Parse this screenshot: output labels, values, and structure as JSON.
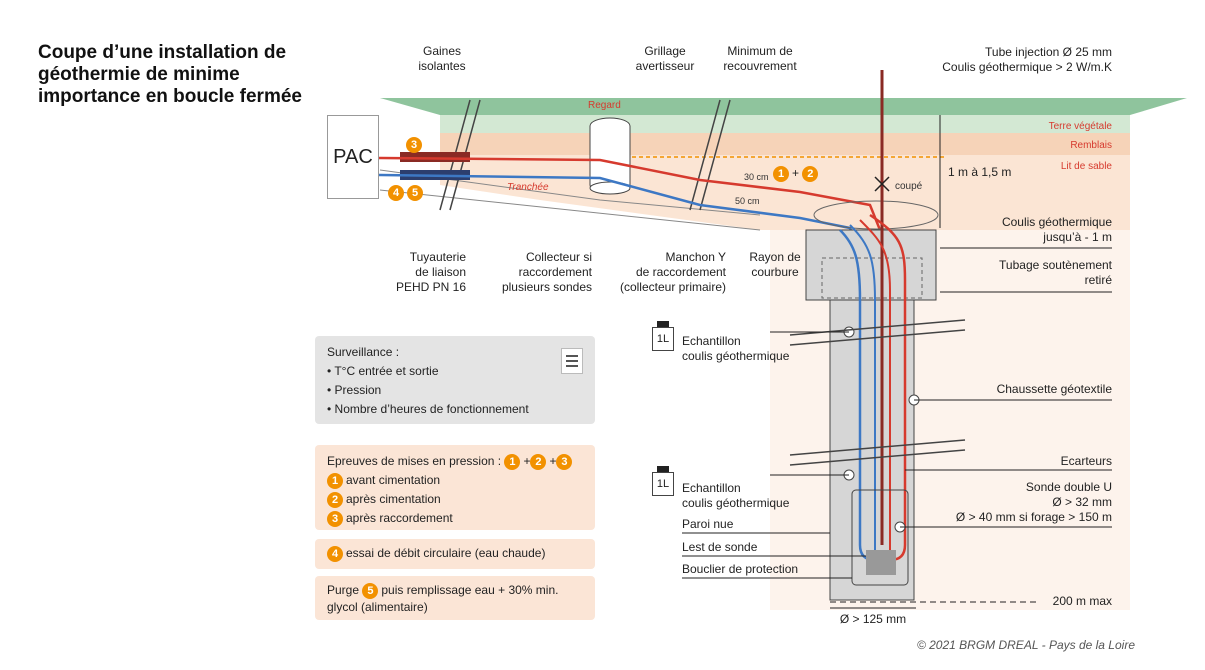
{
  "title": "Coupe d’une installation de géothermie de minime importance en boucle fermée",
  "pac": "PAC",
  "labels": {
    "gaines": "Gaines isolantes",
    "grillage": "Grillage avertisseur",
    "recouvrement": "Minimum de recouvrement",
    "tube_injection": "Tube injection Ø 25 mm",
    "coulis_cond": "Coulis géothermique > 2 W/m.K",
    "regard": "Regard",
    "tranchee": "Tranchée",
    "terre_vegetale": "Terre végétale",
    "remblais": "Remblais",
    "lit_sable": "Lit de sable",
    "profondeur": "1 m à 1,5 m",
    "coupe": "coupé",
    "cm30": "30 cm",
    "cm50": "50 cm",
    "coulis_1m_a": "Coulis géothermique",
    "coulis_1m_b": "jusqu’à - 1 m",
    "tubage_a": "Tubage soutènement",
    "tubage_b": "retiré",
    "tuyauterie_a": "Tuyauterie",
    "tuyauterie_b": "de liaison",
    "tuyauterie_c": "PEHD PN 16",
    "collecteur_a": "Collecteur si",
    "collecteur_b": "raccordement",
    "collecteur_c": "plusieurs sondes",
    "manchon_a": "Manchon Y",
    "manchon_b": "de raccordement",
    "manchon_c": "(collecteur primaire)",
    "rayon_a": "Rayon de",
    "rayon_b": "courbure",
    "echantillon_a": "Echantillon",
    "echantillon_b": "coulis géothermique",
    "sample_unit": "1L",
    "chaussette": "Chaussette géotextile",
    "ecarteurs": "Ecarteurs",
    "sonde_a": "Sonde double U",
    "sonde_b": "Ø > 32 mm",
    "sonde_c": "Ø > 40 mm si forage > 150 m",
    "paroi": "Paroi nue",
    "lest": "Lest de sonde",
    "bouclier": "Bouclier de protection",
    "max_depth": "200 m max",
    "diametre": "Ø > 125 mm",
    "plus": "+"
  },
  "numbers": {
    "n1": "1",
    "n2": "2",
    "n3": "3",
    "n4": "4",
    "n5": "5"
  },
  "surveillance": {
    "title": "Surveillance :",
    "items": [
      "• T°C entrée et sortie",
      "• Pression",
      "• Nombre d’heures de fonctionnement"
    ]
  },
  "epreuves": {
    "title": "Epreuves de mises en pression :",
    "items": [
      "avant cimentation",
      "après cimentation",
      "après raccordement"
    ]
  },
  "essai": "essai de débit circulaire (eau chaude)",
  "purge": {
    "before": "Purge",
    "after": "puis remplissage eau + 30% min.",
    "line2": "glycol (alimentaire)"
  },
  "copyright": "© 2021 BRGM DREAL - Pays de la Loire",
  "colors": {
    "accent": "#f29100",
    "hot": "#d63a2e",
    "cold": "#3d78c4",
    "grass": "#8fc49d",
    "remblais": "#f6d3b8",
    "sable": "#fbe5d4",
    "grout": "#d6d6d6"
  }
}
